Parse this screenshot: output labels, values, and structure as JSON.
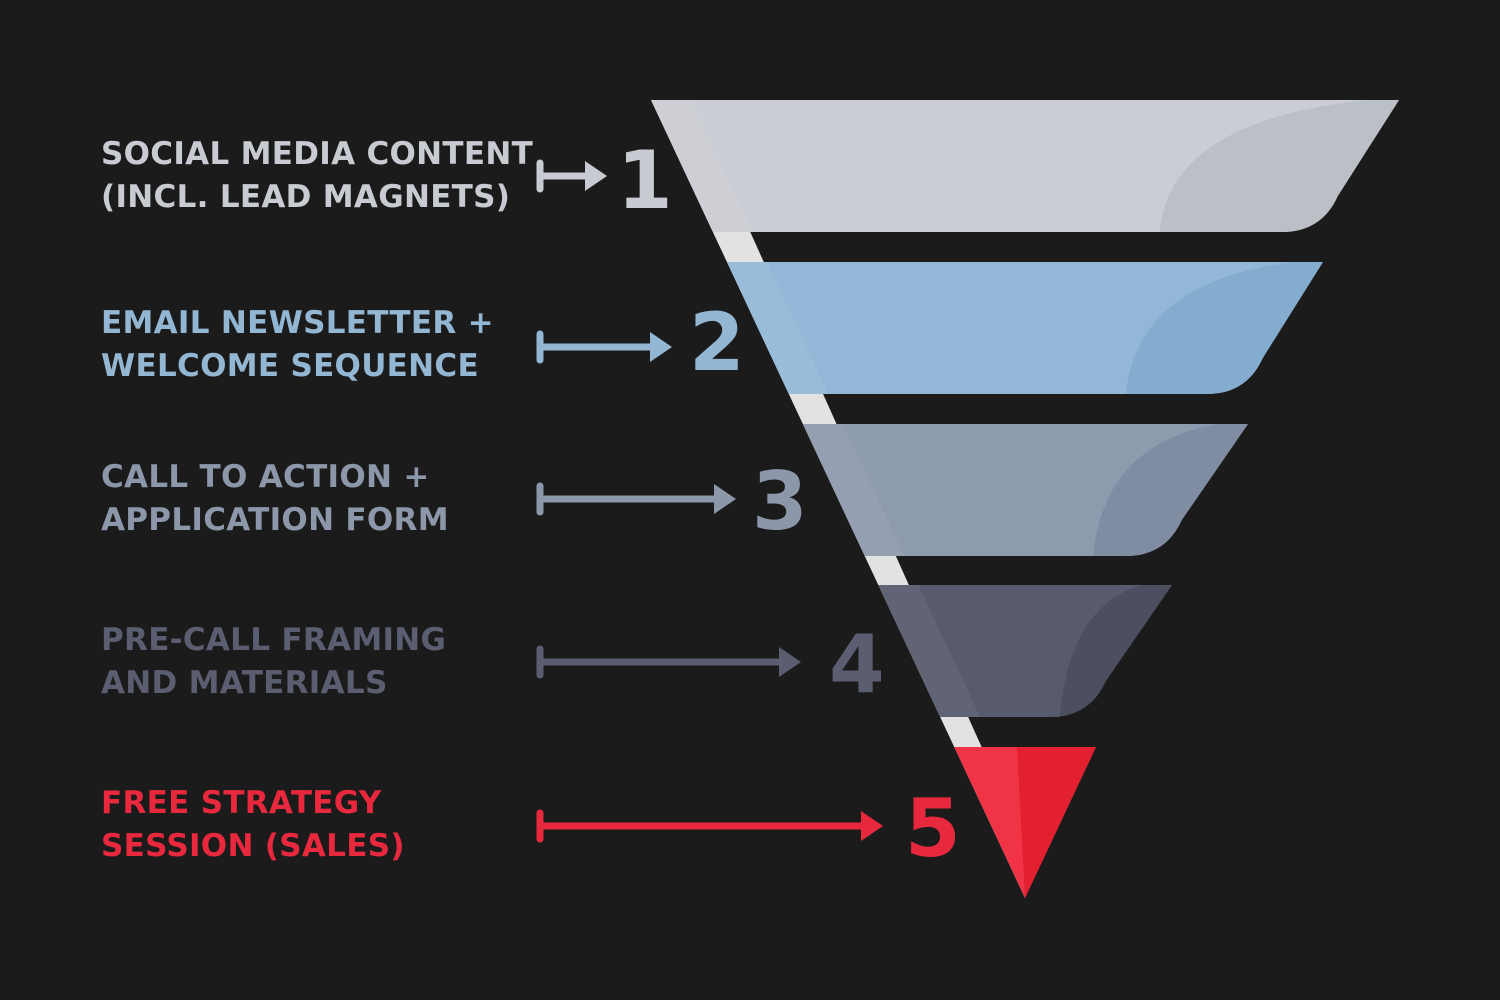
{
  "stages": [
    {
      "number": "1",
      "line1": "SOCIAL MEDIA CONTENT",
      "line2": "(INCL. LEAD MAGNETS)",
      "color": "#c8cbd1",
      "fill": "#cacdd3",
      "fill_right": "#b9bcc3"
    },
    {
      "number": "2",
      "line1": "EMAIL NEWSLETTER +",
      "line2": "WELCOME SEQUENCE",
      "color": "#93b6d3",
      "fill": "#93b8d7",
      "fill_right": "#81a9cd"
    },
    {
      "number": "3",
      "line1": "CALL TO ACTION +",
      "line2": "APPLICATION FORM",
      "color": "#8c97aa",
      "fill": "#8e9aae",
      "fill_right": "#7e8aa0"
    },
    {
      "number": "4",
      "line1": "PRE-CALL FRAMING",
      "line2": "AND MATERIALS",
      "color": "#5a5e70",
      "fill": "#575b6d",
      "fill_right": "#4a4d5e"
    },
    {
      "number": "5",
      "line1": "FREE STRATEGY",
      "line2": "SESSION (SALES)",
      "color": "#e8283c",
      "fill": "#f03446",
      "fill_right": "#e3202f"
    }
  ],
  "colors": {
    "background": "#1b1b1c",
    "gap_stripe": "#e2e2e2"
  }
}
